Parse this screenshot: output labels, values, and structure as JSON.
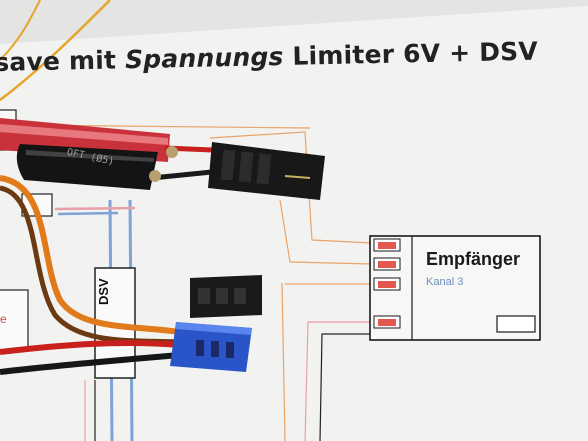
{
  "photo": {
    "title_part1": "save mit ",
    "title_part2": "Spannungs",
    "title_part3": " Limiter 6V + DSV",
    "receiver_label": "Empfänger",
    "channel_label": "Kanal 3",
    "dsv_label": "DSV",
    "tube_text": "OFT (Ø5)",
    "edge_letter": "e"
  },
  "colors": {
    "paper": "#f3f3f1",
    "wire_red": "#c8201c",
    "wire_orange": "#e07a1a",
    "wire_brown": "#6b3a12",
    "connector_black": "#181818",
    "connector_blue": "#2a55c8",
    "line_orange": "#e9a46a",
    "line_blue": "#7fa3d6",
    "line_pink": "#e8a0a8",
    "pad_red": "#e2584e"
  }
}
